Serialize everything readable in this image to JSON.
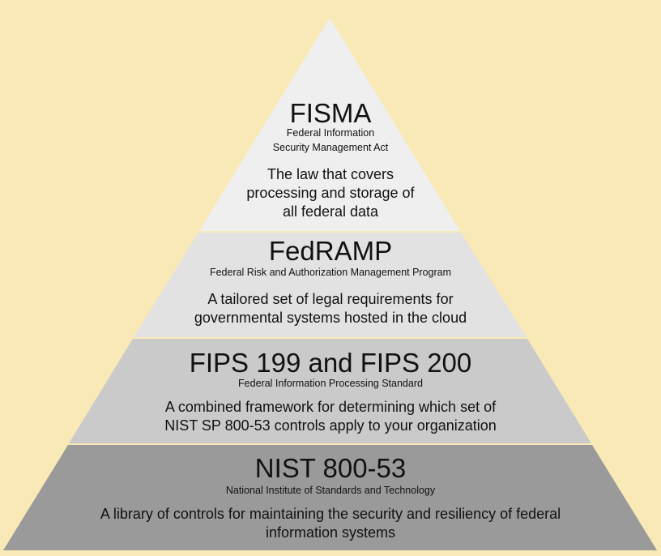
{
  "colors": {
    "background": "#f9e9b6",
    "layer1": "#efefef",
    "layer2": "#e2e2e2",
    "layer3": "#cacaca",
    "layer4": "#9a9a9a"
  },
  "layers": [
    {
      "title": "FISMA",
      "subtitle_lines": [
        "Federal Information",
        "Security Management Act"
      ],
      "description_lines": [
        "The law that covers",
        "processing and storage of",
        "all federal data"
      ]
    },
    {
      "title": "FedRAMP",
      "subtitle_lines": [
        "Federal Risk and Authorization Management Program"
      ],
      "description_lines": [
        "A tailored set of legal requirements for",
        "governmental systems hosted in the cloud"
      ]
    },
    {
      "title": "FIPS 199 and FIPS 200",
      "subtitle_lines": [
        "Federal Information Processing Standard"
      ],
      "description_lines": [
        "A combined framework for determining which set of",
        "NIST SP 800-53 controls apply to your organization"
      ]
    },
    {
      "title": "NIST 800-53",
      "subtitle_lines": [
        "National Institute of Standards and Technology"
      ],
      "description_lines": [
        "A library of controls for maintaining the security and resiliency of federal",
        "information systems"
      ]
    }
  ]
}
